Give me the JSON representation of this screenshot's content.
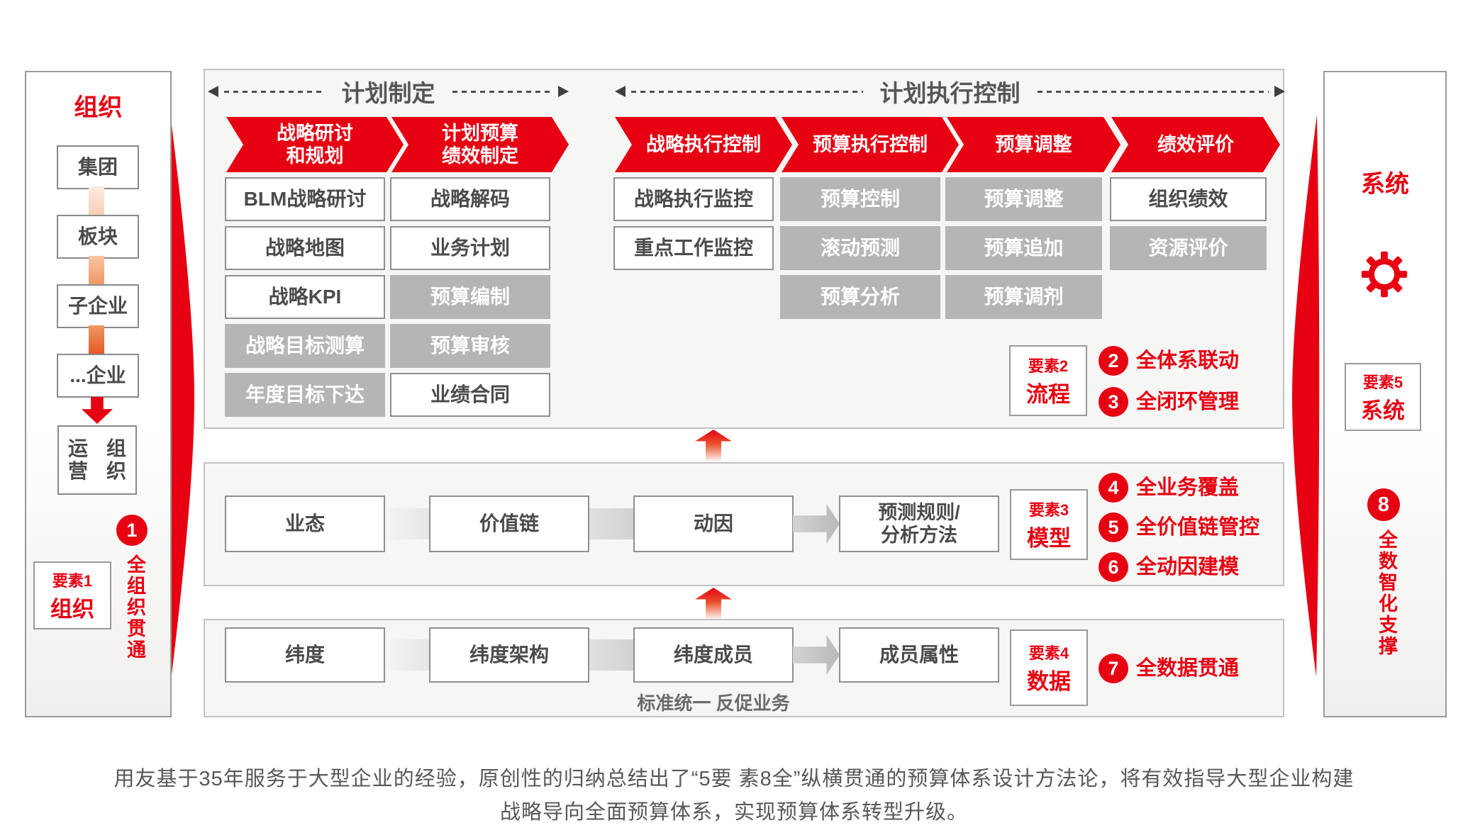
{
  "colors": {
    "brand_red": "#e60012",
    "gray_box": "#b5b5b5",
    "panel_bg": "#f6f6f5"
  },
  "org_panel": {
    "title": "组织",
    "levels": [
      "集团",
      "板块",
      "子企业",
      "...企业"
    ],
    "operating_org_lines": [
      "运营",
      "组织"
    ],
    "factor": {
      "label": "要素1",
      "name": "组织"
    },
    "badge_number": "1",
    "badge_text": "全组织贯通"
  },
  "flow_panel": {
    "phase_plan": "计划制定",
    "phase_exec": "计划执行控制",
    "columns": [
      {
        "header_lines": [
          "战略研讨",
          "和规划"
        ],
        "boxes": [
          {
            "text": "BLM战略研讨"
          },
          {
            "text": "战略地图"
          },
          {
            "text": "战略KPI"
          },
          {
            "text": "战略目标测算"
          },
          {
            "text": "年度目标下达"
          }
        ]
      },
      {
        "header_lines": [
          "计划预算",
          "绩效制定"
        ],
        "boxes": [
          {
            "text": "战略解码"
          },
          {
            "text": "业务计划"
          },
          {
            "text": "预算编制"
          },
          {
            "text": "预算审核"
          },
          {
            "text": "业绩合同"
          }
        ]
      },
      {
        "header_lines": [
          "战略执行控制"
        ],
        "boxes": [
          {
            "text": "战略执行监控"
          },
          {
            "text": "重点工作监控"
          }
        ]
      },
      {
        "header_lines": [
          "预算执行控制"
        ],
        "boxes": [
          {
            "text": "预算控制"
          },
          {
            "text": "滚动预测"
          },
          {
            "text": "预算分析"
          }
        ]
      },
      {
        "header_lines": [
          "预算调整"
        ],
        "boxes": [
          {
            "text": "预算调整"
          },
          {
            "text": "预算追加"
          },
          {
            "text": "预算调剂"
          }
        ]
      },
      {
        "header_lines": [
          "绩效评价"
        ],
        "boxes": [
          {
            "text": "组织绩效"
          },
          {
            "text": "资源评价"
          }
        ]
      }
    ],
    "factor": {
      "label": "要素2",
      "name": "流程"
    },
    "badges": [
      {
        "number": "2",
        "text": "全体系联动"
      },
      {
        "number": "3",
        "text": "全闭环管理"
      }
    ]
  },
  "model_band": {
    "boxes": [
      "业态",
      "价值链",
      "动因"
    ],
    "forecast_box_lines": [
      "预测规则/",
      "分析方法"
    ],
    "factor": {
      "label": "要素3",
      "name": "模型"
    },
    "badges": [
      {
        "number": "4",
        "text": "全业务覆盖"
      },
      {
        "number": "5",
        "text": "全价值链管控"
      },
      {
        "number": "6",
        "text": "全动因建模"
      }
    ]
  },
  "data_band": {
    "boxes": [
      "纬度",
      "纬度架构",
      "纬度成员",
      "成员属性"
    ],
    "note": "标准统一 反促业务",
    "factor": {
      "label": "要素4",
      "name": "数据"
    },
    "badges": [
      {
        "number": "7",
        "text": "全数据贯通"
      }
    ]
  },
  "system_panel": {
    "title": "系统",
    "factor": {
      "label": "要素5",
      "name": "系统"
    },
    "badge_number": "8",
    "badge_text": "全数智化支撑"
  },
  "caption_lines": [
    "用友基于35年服务于大型企业的经验，原创性的归纳总结出了“5要 素8全”纵横贯通的预算体系设计方法论，将有效指导大型企业构建",
    "战略导向全面预算体系，实现预算体系转型升级。"
  ]
}
